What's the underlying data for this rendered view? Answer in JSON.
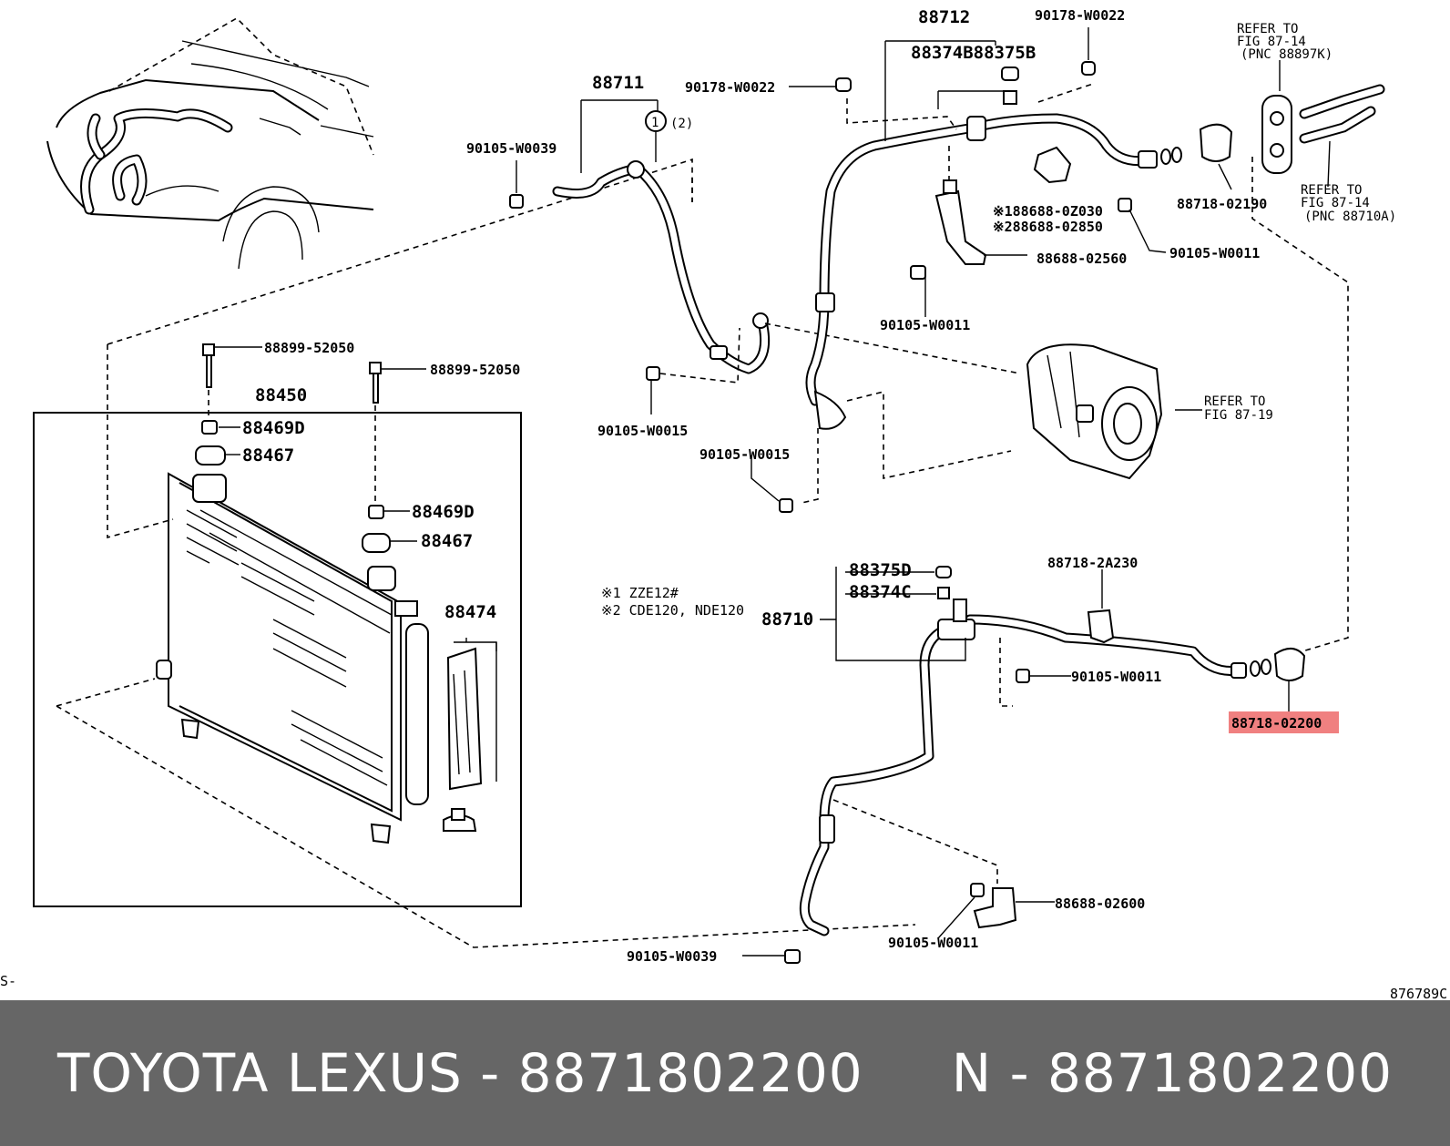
{
  "diagram": {
    "labels": {
      "p88712": "88712",
      "p90178_top": "90178-W0022",
      "p88374B_88375B": "88374B88375B",
      "refer_87_14_a_line1": "REFER TO",
      "refer_87_14_a_line2": "FIG 87-14",
      "refer_87_14_a_line3": "(PNC 88897K)",
      "p88711": "88711",
      "p90178_mid": "90178-W0022",
      "circle_1": "1",
      "circle_qty": "(2)",
      "p90105_W0039_top": "90105-W0039",
      "p88688_0Z030": "※188688-0Z030",
      "p88688_02850": "※288688-02850",
      "p88718_02190": "88718-02190",
      "refer_87_14_b_line1": "REFER TO",
      "refer_87_14_b_line2": "FIG 87-14",
      "refer_87_14_b_line3": "(PNC 88710A)",
      "p88688_02560": "88688-02560",
      "p90105_W0011_right": "90105-W0011",
      "p90105_W0011_mid": "90105-W0011",
      "p88899_52050_a": "88899-52050",
      "p88899_52050_b": "88899-52050",
      "p88450": "88450",
      "p88469D_a": "88469D",
      "p88467_a": "88467",
      "p90105_W0015_a": "90105-W0015",
      "p90105_W0015_b": "90105-W0015",
      "refer_87_19_line1": "REFER TO",
      "refer_87_19_line2": "FIG 87-19",
      "p88469D_b": "88469D",
      "p88467_b": "88467",
      "p88375D": "88375D",
      "p88374C": "88374C",
      "p88718_2A230": "88718-2A230",
      "p88710": "88710",
      "p88474": "88474",
      "note_1": "※1 ZZE12#",
      "note_2": "※2 CDE120, NDE120",
      "p90105_W0011_lower": "90105-W0011",
      "p88718_02200": "88718-02200",
      "p88688_02600": "88688-02600",
      "p90105_W0011_bottom": "90105-W0011",
      "p90105_W0039_bottom": "90105-W0039",
      "corner_left": "S-",
      "corner_right": "876789C"
    },
    "highlight_color": "#f08080"
  },
  "footer": {
    "text": "TOYOTA LEXUS - 8871802200     N - 8871802200",
    "background": "#666666",
    "color": "#ffffff"
  }
}
